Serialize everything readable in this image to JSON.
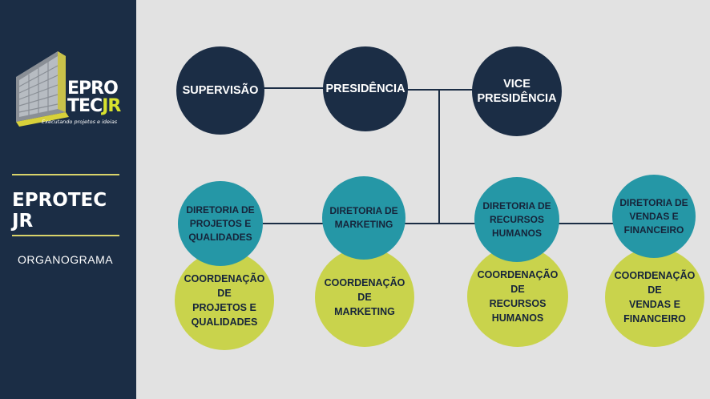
{
  "sidebar": {
    "logo": {
      "line1_a": "EPRO",
      "line2_a": "TEC",
      "line2_b": "JR",
      "tagline": "Executando projetos e ideias"
    },
    "company": "EPROTEC JR",
    "subtitle": "ORGANOGRAMA"
  },
  "colors": {
    "navy": "#1b2d45",
    "teal": "#2597a6",
    "lime": "#c9d34c",
    "background": "#e2e2e2",
    "accent_line": "#d9d36a"
  },
  "org": {
    "top": [
      {
        "label": "SUPERVISÃO"
      },
      {
        "label": "PRESIDÊNCIA"
      },
      {
        "label": "VICE\nPRESIDÊNCIA"
      }
    ],
    "directorates": [
      {
        "label": "DIRETORIA DE\nPROJETOS E\nQUALIDADES"
      },
      {
        "label": "DIRETORIA DE\nMARKETING"
      },
      {
        "label": "DIRETORIA DE\nRECURSOS\nHUMANOS"
      },
      {
        "label": "DIRETORIA DE\nVENDAS E\nFINANCEIRO"
      }
    ],
    "coordinations": [
      {
        "label": "COORDENAÇÃO\nDE\nPROJETOS E\nQUALIDADES"
      },
      {
        "label": "COORDENAÇÃO\nDE\nMARKETING"
      },
      {
        "label": "COORDENAÇÃO\nDE\nRECURSOS\nHUMANOS"
      },
      {
        "label": "COORDENAÇÃO\nDE\nVENDAS E\nFINANCEIRO"
      }
    ]
  }
}
